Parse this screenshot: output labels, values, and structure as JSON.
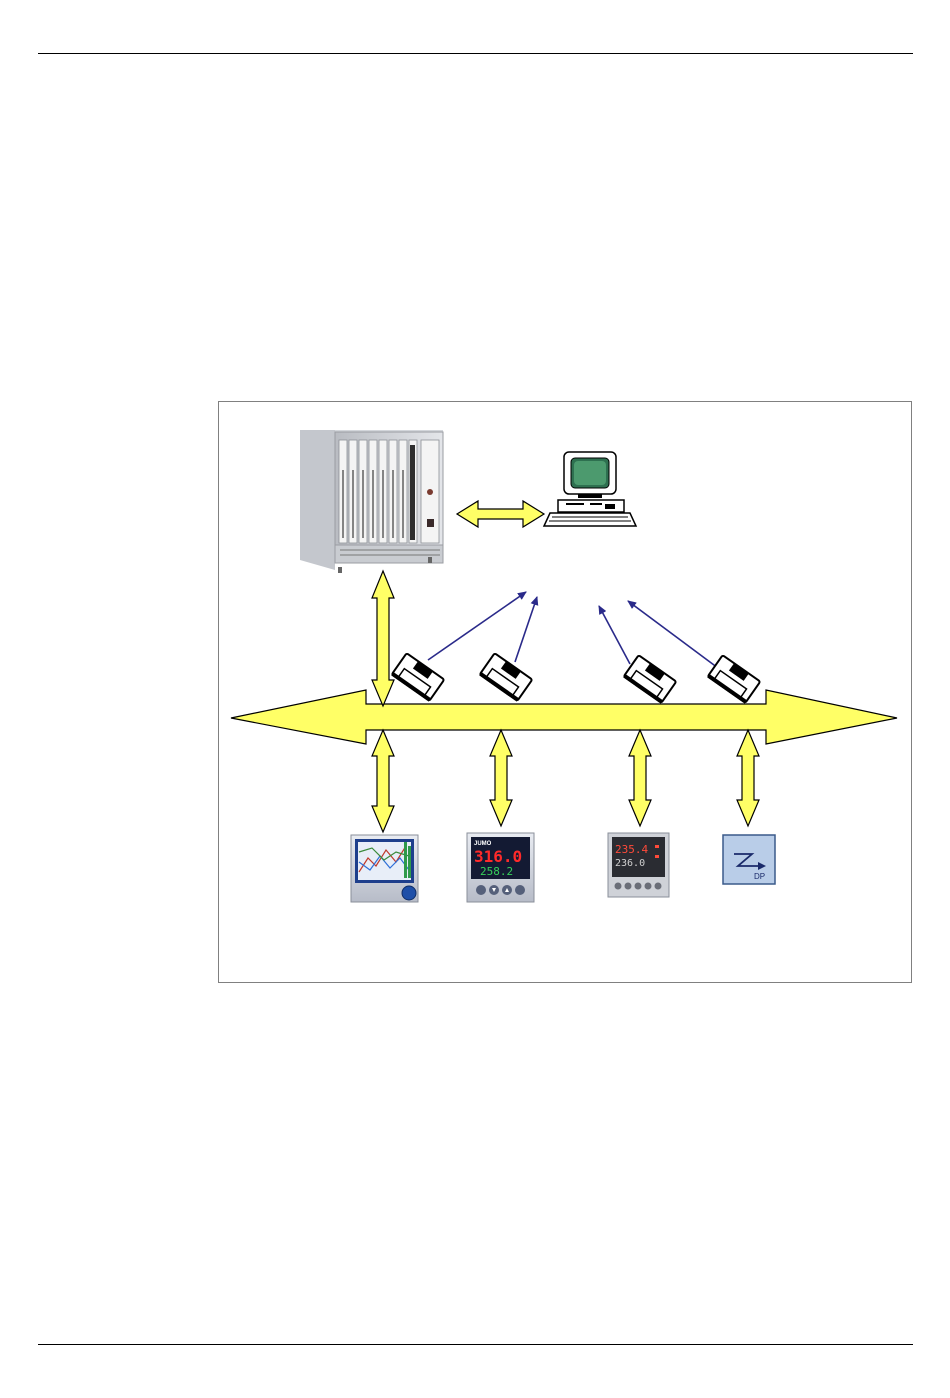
{
  "page": {
    "header_rule": true,
    "footer_rule": true
  },
  "diagram": {
    "frame_color": "#808080",
    "bus_color": "#ffff66",
    "link_color": "#ffff66",
    "arrow_color": "#2a2a8a",
    "nodes": {
      "rack": "plc-rack-icon",
      "pc": "personal-computer-icon",
      "devices": [
        "paperless-recorder-icon",
        "compact-controller-icon",
        "universal-controller-icon",
        "pressure-transmitter-icon"
      ],
      "disks": [
        "floppy-disk-icon",
        "floppy-disk-icon",
        "floppy-disk-icon",
        "floppy-disk-icon"
      ]
    },
    "displays": {
      "controller_top": "316.0",
      "controller_bottom": "258.2",
      "controller_brand": "JUMO",
      "universal_top": "235.4",
      "universal_bottom": "236.0",
      "transmitter_label": "DP"
    }
  }
}
